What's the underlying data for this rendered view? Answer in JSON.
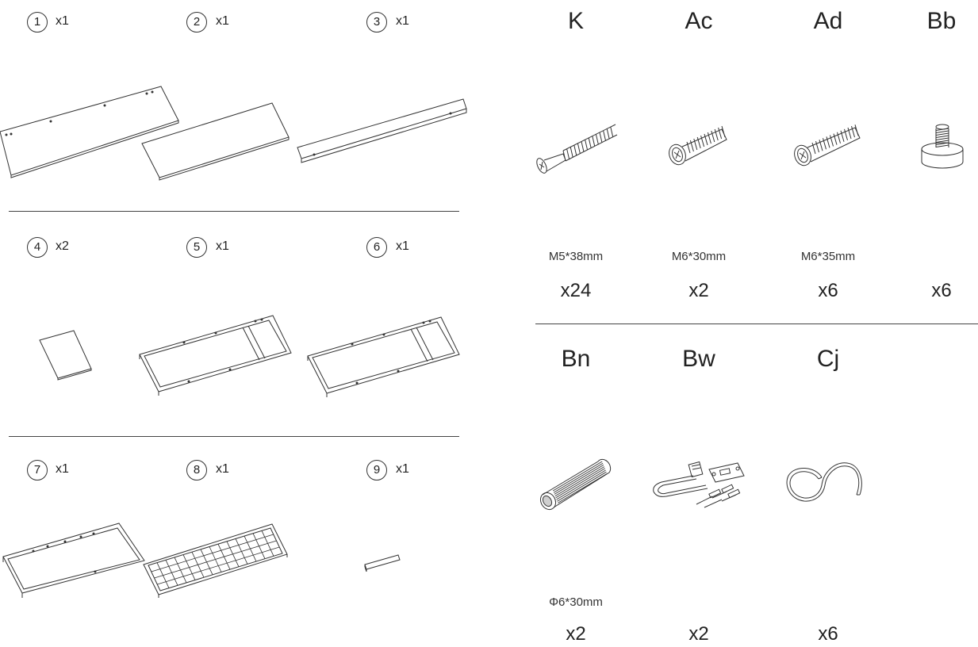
{
  "panels": [
    {
      "number": "1",
      "qty": "x1",
      "drawing": "long-board-with-holes"
    },
    {
      "number": "2",
      "qty": "x1",
      "drawing": "long-board"
    },
    {
      "number": "3",
      "qty": "x1",
      "drawing": "narrow-strip"
    },
    {
      "number": "4",
      "qty": "x2",
      "drawing": "small-plate"
    },
    {
      "number": "5",
      "qty": "x1",
      "drawing": "ladder-frame"
    },
    {
      "number": "6",
      "qty": "x1",
      "drawing": "ladder-frame"
    },
    {
      "number": "7",
      "qty": "x1",
      "drawing": "open-frame"
    },
    {
      "number": "8",
      "qty": "x1",
      "drawing": "wire-mesh-shelf"
    },
    {
      "number": "9",
      "qty": "x1",
      "drawing": "small-bar"
    }
  ],
  "hardware": [
    {
      "code": "K",
      "size": "M5*38mm",
      "qty": "x24",
      "icon": "expansion-screw-icon"
    },
    {
      "code": "Ac",
      "size": "M6*30mm",
      "qty": "x2",
      "icon": "bolt-icon"
    },
    {
      "code": "Ad",
      "size": "M6*35mm",
      "qty": "x6",
      "icon": "bolt-icon"
    },
    {
      "code": "Bb",
      "size": "",
      "qty": "x6",
      "icon": "leveling-foot-icon"
    },
    {
      "code": "Bn",
      "size": "Φ6*30mm",
      "qty": "x2",
      "icon": "wooden-dowel-icon"
    },
    {
      "code": "Bw",
      "size": "",
      "qty": "x2",
      "icon": "anti-tip-kit-icon"
    },
    {
      "code": "Cj",
      "size": "",
      "qty": "x6",
      "icon": "s-hook-icon"
    }
  ],
  "colors": {
    "line": "#333333",
    "text": "#222222",
    "background": "#ffffff"
  }
}
